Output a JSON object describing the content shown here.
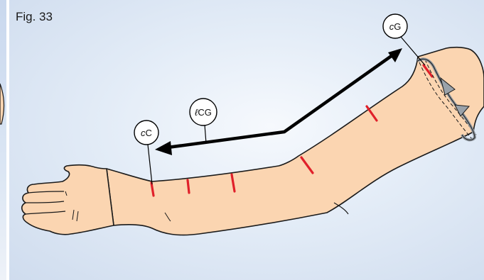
{
  "figure": {
    "label": "Fig. 33"
  },
  "callouts": {
    "cg": {
      "prefix": "c",
      "main": "G"
    },
    "lcg": {
      "prefix": "ℓ",
      "main": "CG"
    },
    "cc": {
      "prefix": "c",
      "main": "C"
    }
  },
  "colors": {
    "skin": "#fbd5b1",
    "skin_outline": "#1a1a1a",
    "marks": "#e0202a",
    "arrow": "#000000",
    "tape": "#9aa2aa",
    "background": "#dbe6f4"
  }
}
